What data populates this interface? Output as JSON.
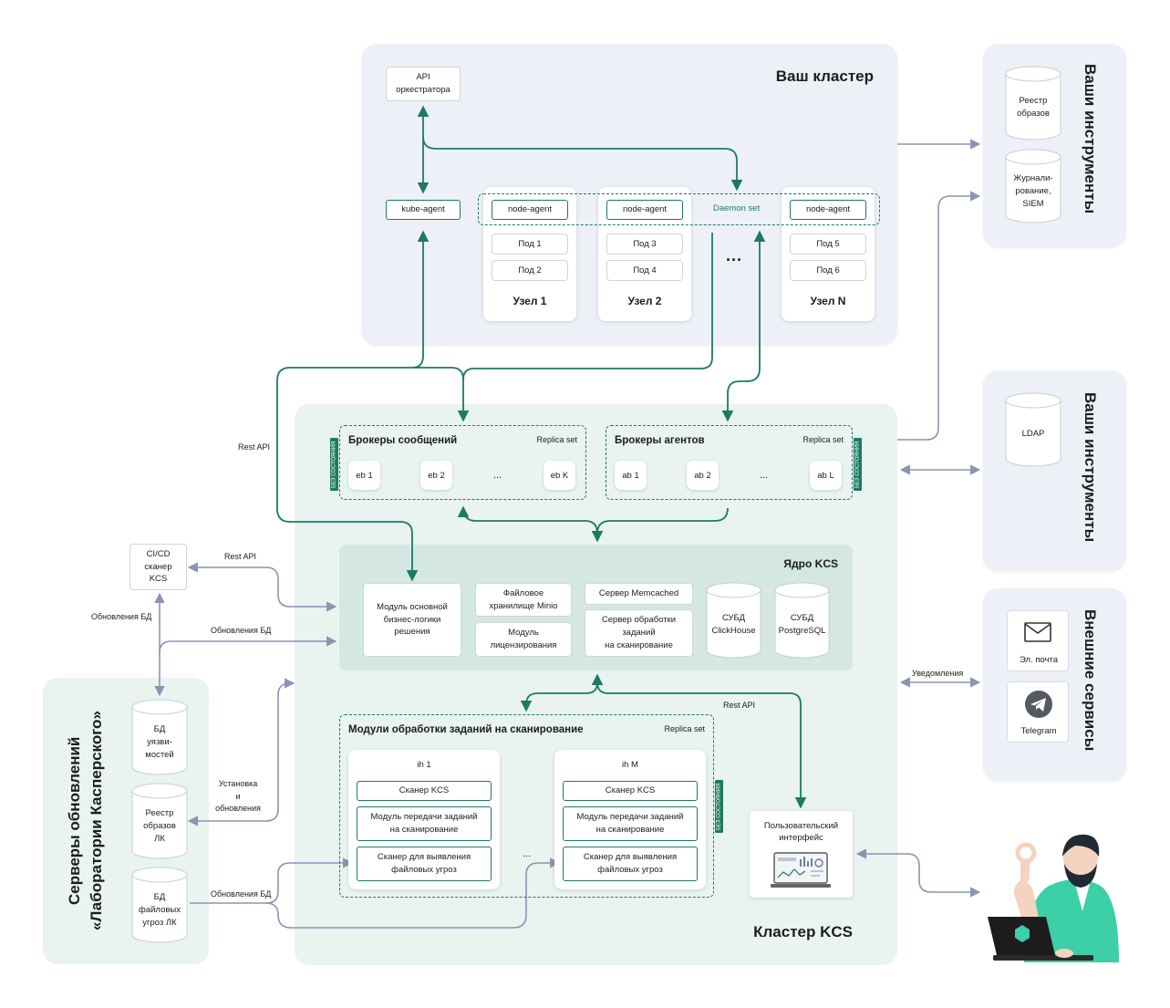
{
  "your_cluster": {
    "title": "Ваш кластер",
    "api": "API\nоркестратора",
    "kube_agent": "kube-agent",
    "daemon_set": "Daemon set",
    "node_agent": "node-agent",
    "ellipsis": "...",
    "nodes": [
      {
        "pods": [
          "Под 1",
          "Под 2"
        ],
        "label": "Узел 1"
      },
      {
        "pods": [
          "Под 3",
          "Под 4"
        ],
        "label": "Узел 2"
      },
      {
        "pods": [
          "Под 5",
          "Под 6"
        ],
        "label": "Узел N"
      }
    ]
  },
  "tools1": {
    "title": "Ваши инструменты",
    "registry": "Реестр\nобразов",
    "logging": "Журнали-\nрование,\nSIEM"
  },
  "tools2": {
    "title": "Ваши инструменты",
    "ldap": "LDAP"
  },
  "external": {
    "title": "Внешние сервисы",
    "email": "Эл. почта",
    "telegram": "Telegram"
  },
  "kcs": {
    "title": "Кластер KCS",
    "stateless": "БЕЗ СОСТОЯНИЯ",
    "replica_set": "Replica set",
    "msg_brokers": {
      "title": "Брокеры сообщений",
      "items": [
        "eb 1",
        "eb 2",
        "...",
        "eb K"
      ]
    },
    "agent_brokers": {
      "title": "Брокеры агентов",
      "items": [
        "ab 1",
        "ab 2",
        "...",
        "ab L"
      ]
    },
    "core": {
      "title": "Ядро KCS",
      "business": "Модуль основной\nбизнес-логики\nрешения",
      "minio": "Файловое\nхранилище Minio",
      "licensing": "Модуль\nлицензирования",
      "memcached": "Сервер Memcached",
      "scan_server": "Сервер обработки\nзаданий\nна сканирование",
      "clickhouse": "СУБД\nClickHouse",
      "postgres": "СУБД\nPostgreSQL"
    },
    "scan_modules": {
      "title": "Модули обработки заданий на сканирование",
      "ih1": "ih 1",
      "ihm": "ih M",
      "scanner": "Сканер KCS",
      "transfer": "Модуль передачи заданий\nна сканирование",
      "threats": "Сканер для выявления\nфайловых угроз",
      "ellipsis": "..."
    },
    "ui": "Пользовательский\nинтерфейс"
  },
  "update_servers": {
    "title": "Серверы обновлений\n«Лаборатории Касперского»",
    "vuln_db": "БД\nуязви-\nмостей",
    "registry": "Реестр\nобразов\nЛК",
    "threats_db": "БД\nфайловых\nугроз ЛК"
  },
  "cicd": "CI/CD\nсканер\nKCS",
  "labels": {
    "rest_api_1": "Rest API",
    "rest_api_2": "Rest API",
    "rest_api_3": "Rest API",
    "updates_db_1": "Обновления БД",
    "updates_db_2": "Обновления БД",
    "updates_db_3": "Обновления БД",
    "install": "Установка\nи\nобновления",
    "notifications": "Уведомления"
  },
  "colors": {
    "green": "#1d7a63",
    "gray_line": "#8b93b3",
    "panel_violet": "#eef0f7",
    "panel_green": "#e9f3f0",
    "core_green": "#d4e7e2",
    "mint": "#3ccfa8"
  }
}
